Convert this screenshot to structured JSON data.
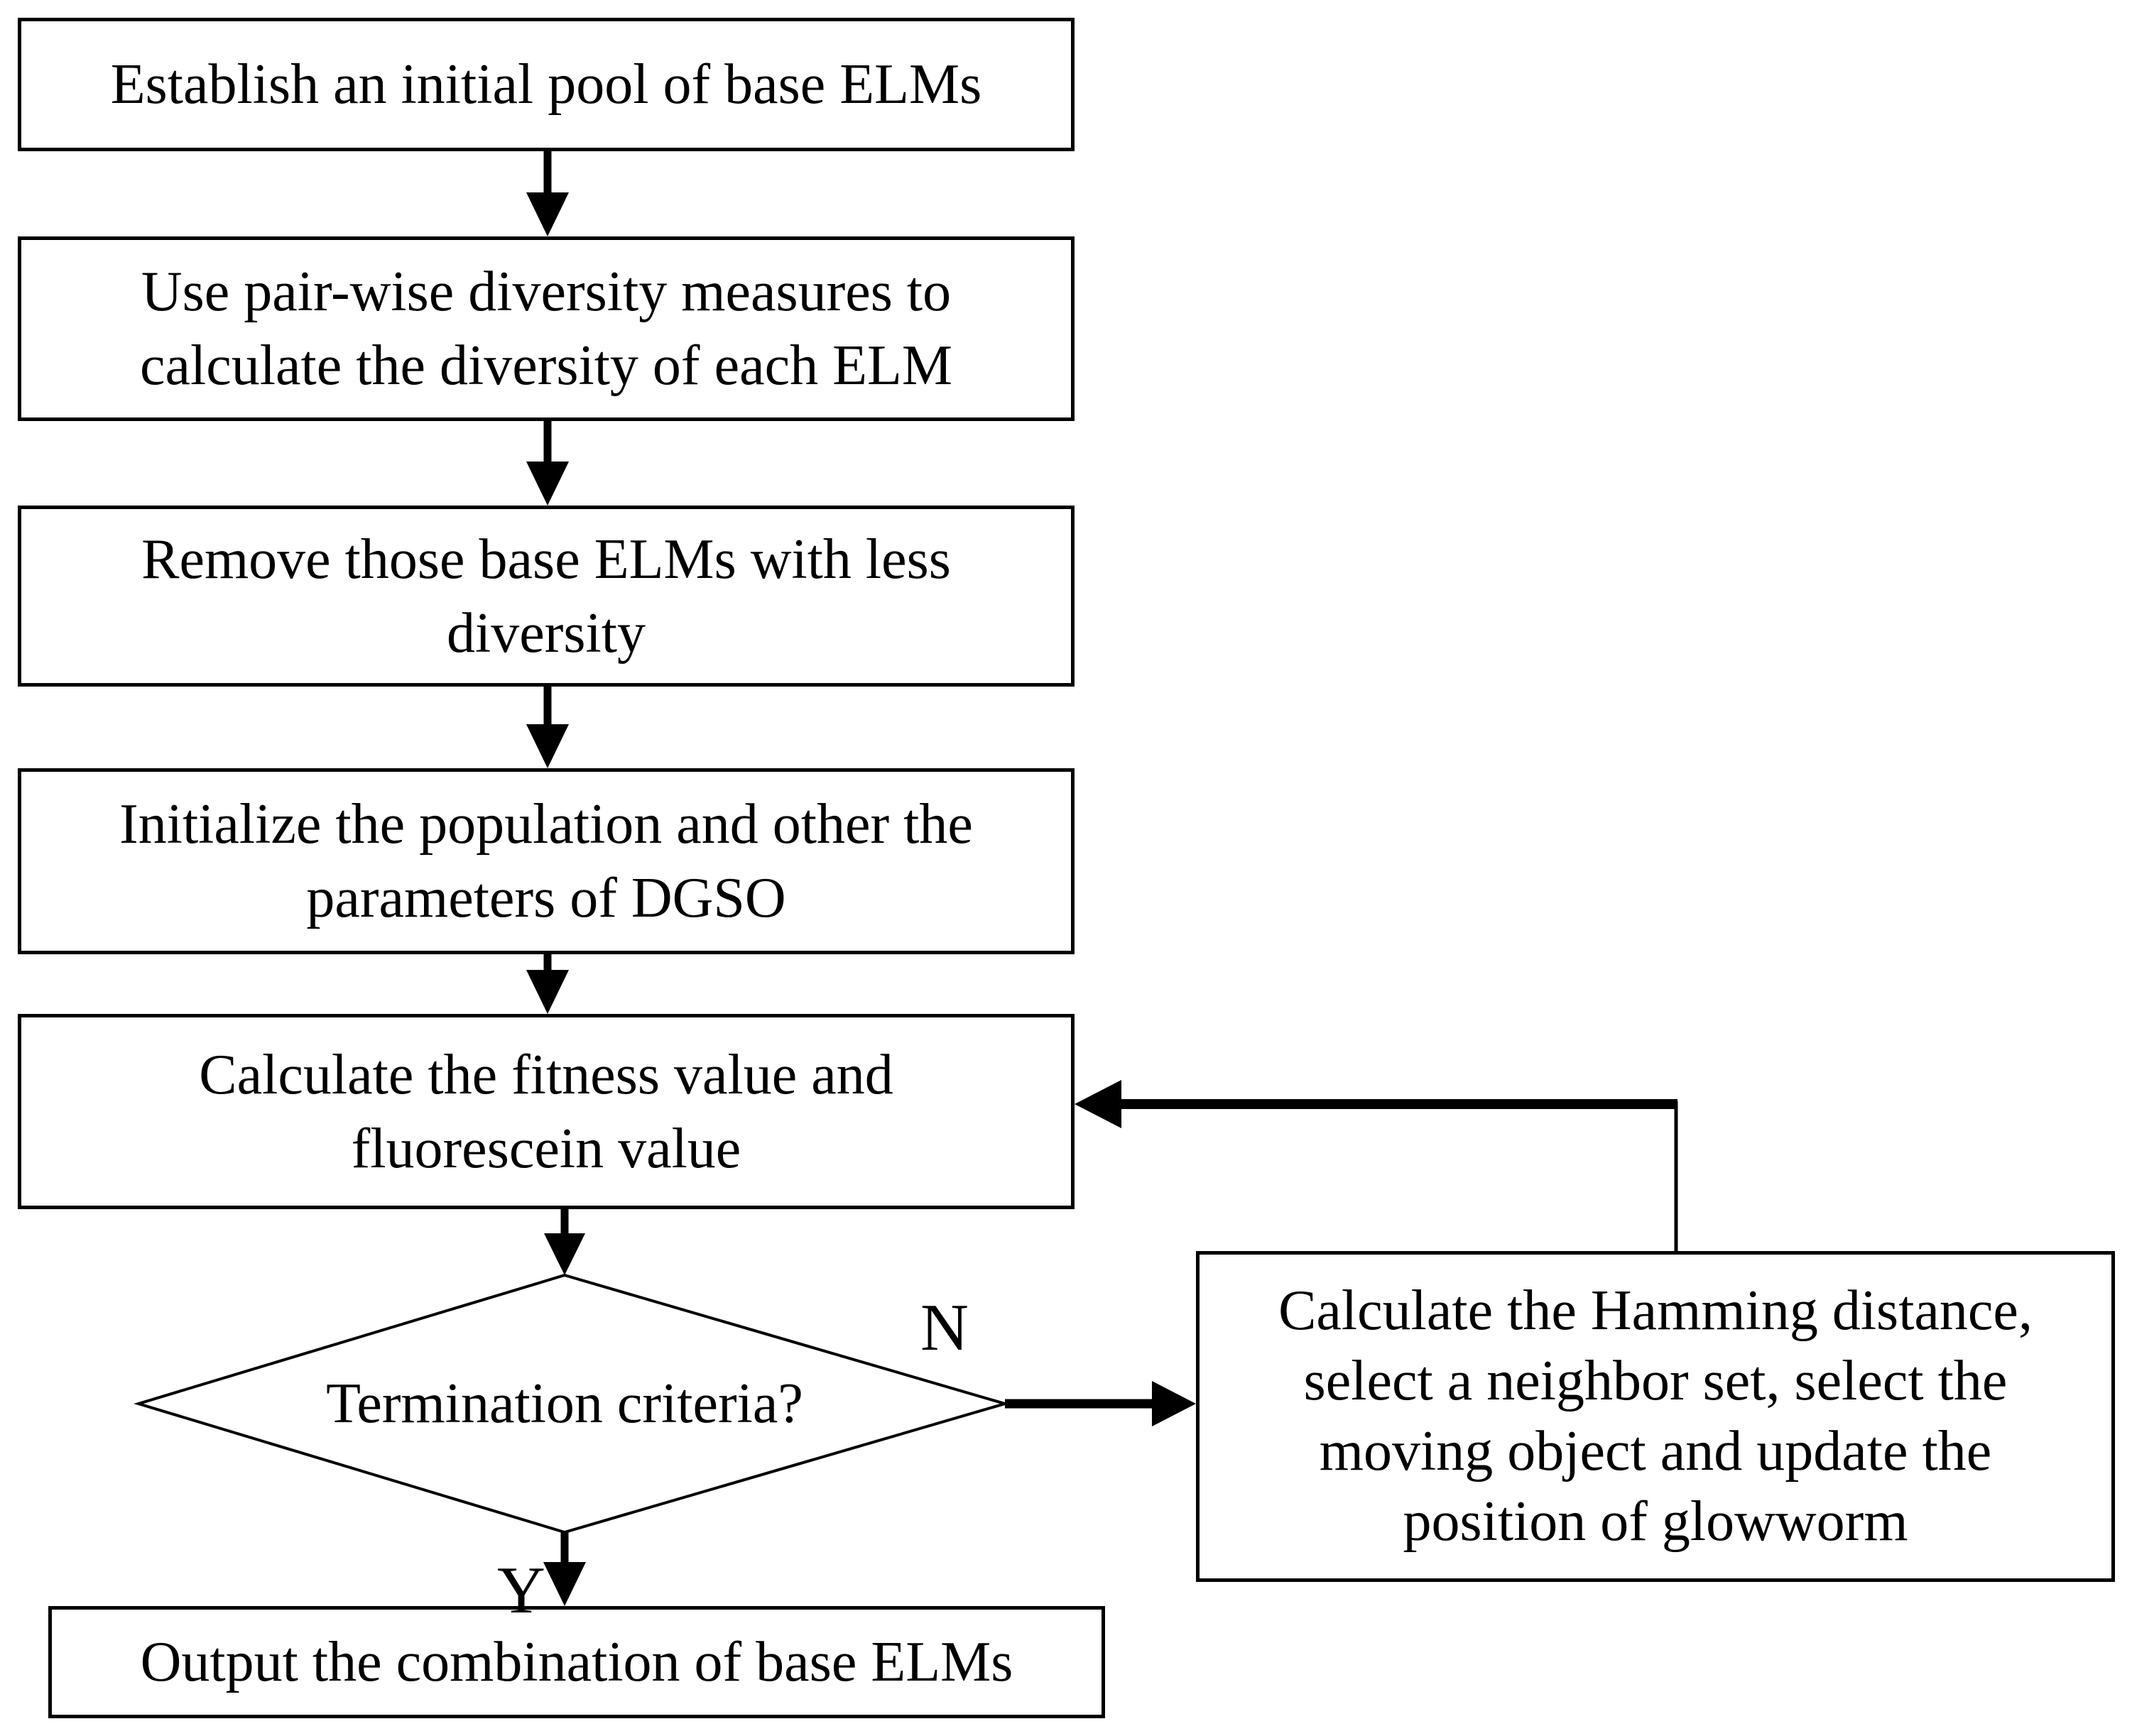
{
  "diagram": {
    "background_color": "#ffffff",
    "stroke_color": "#000000",
    "nodes": {
      "establish": {
        "type": "process",
        "label": "Establish an initial pool of base ELMs"
      },
      "pairwise": {
        "type": "process",
        "label": "Use pair-wise diversity measures to\ncalculate the diversity of each ELM"
      },
      "remove": {
        "type": "process",
        "label": "Remove those base ELMs with less\ndiversity"
      },
      "initialize": {
        "type": "process",
        "label": "Initialize the population and other the\nparameters of DGSO"
      },
      "fitness": {
        "type": "process",
        "label": "Calculate the fitness value and\nfluorescein value"
      },
      "termination": {
        "type": "decision",
        "label": "Termination criteria?"
      },
      "output": {
        "type": "process",
        "label": "Output the combination of base ELMs"
      },
      "hamming": {
        "type": "process",
        "label": "Calculate the Hamming distance,\nselect a neighbor set, select the\nmoving object and update the\nposition of glowworm"
      }
    },
    "branch_labels": {
      "no": "N",
      "yes": "Y"
    },
    "edges": [
      {
        "from": "establish",
        "to": "pairwise"
      },
      {
        "from": "pairwise",
        "to": "remove"
      },
      {
        "from": "remove",
        "to": "initialize"
      },
      {
        "from": "initialize",
        "to": "fitness"
      },
      {
        "from": "fitness",
        "to": "termination"
      },
      {
        "from": "termination",
        "to": "output",
        "label": "Y"
      },
      {
        "from": "termination",
        "to": "hamming",
        "label": "N"
      },
      {
        "from": "hamming",
        "to": "fitness",
        "label": ""
      }
    ]
  }
}
